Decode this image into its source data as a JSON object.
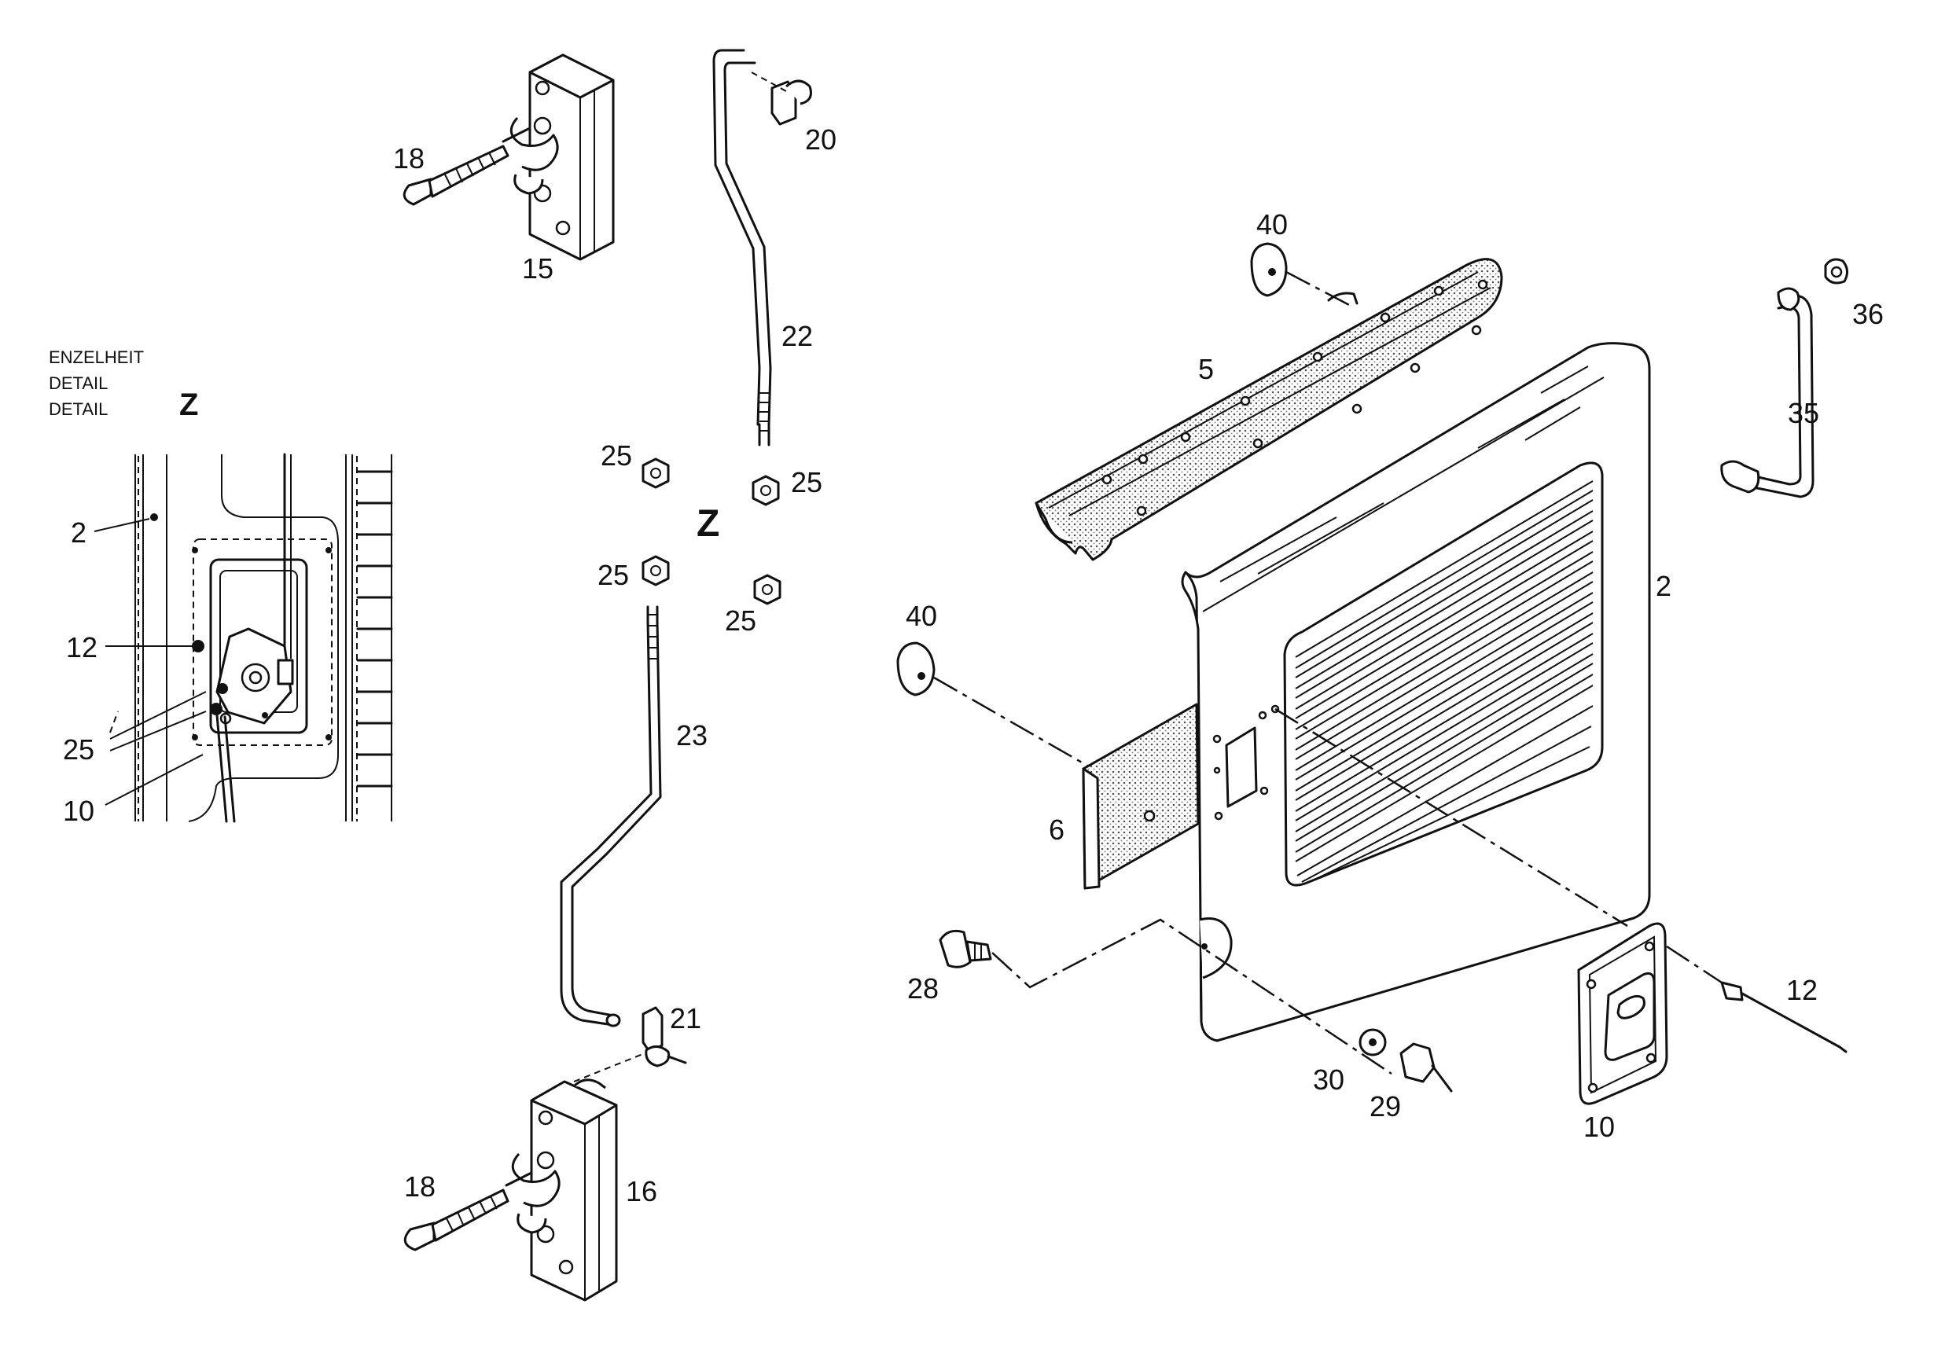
{
  "detail_caption": {
    "line1": "ENZELHEIT",
    "line2": "DETAIL",
    "line3": "DETAIL",
    "marker": "Z"
  },
  "detail_labels": {
    "frame": "2",
    "rod": "12",
    "nut": "25",
    "handle": "10"
  },
  "view_marker": "Z",
  "parts": {
    "hinge_screw_top": "18",
    "hinge_block_top": "15",
    "clip_top": "20",
    "rod_upper": "22",
    "nut_a": "25",
    "nut_b": "25",
    "nut_c": "25",
    "nut_d": "25",
    "rod_lower": "23",
    "clip_bottom": "21",
    "hinge_screw_bottom": "18",
    "hinge_block_bottom": "16",
    "washer_top": "40",
    "hinge_strip": "5",
    "door_panel": "2",
    "handle_rod": "35",
    "nut_36": "36",
    "washer_left": "40",
    "pad": "6",
    "stud": "28",
    "washer_30": "30",
    "nut_29": "29",
    "lock_handle": "10",
    "pin_12": "12"
  }
}
